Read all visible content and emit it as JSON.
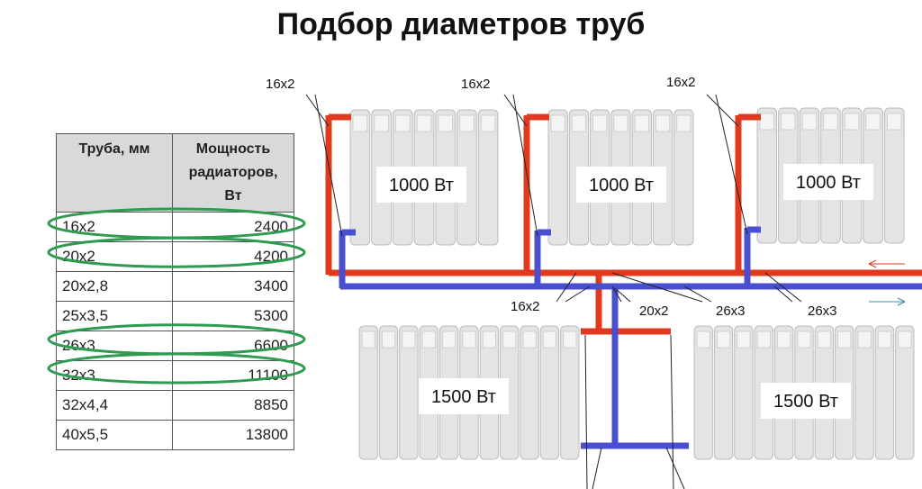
{
  "title": "Подбор диаметров труб",
  "table": {
    "headers": [
      "Труба, мм",
      "Мощность радиаторов, Вт"
    ],
    "rows": [
      {
        "pipe": "16x2",
        "power": "2400",
        "highlighted": true
      },
      {
        "pipe": "20x2",
        "power": "4200",
        "highlighted": true
      },
      {
        "pipe": "20x2,8",
        "power": "3400",
        "highlighted": false
      },
      {
        "pipe": "25x3,5",
        "power": "5300",
        "highlighted": false
      },
      {
        "pipe": "26x3",
        "power": "6600",
        "highlighted": true
      },
      {
        "pipe": "32x3",
        "power": "11100",
        "highlighted": true
      },
      {
        "pipe": "32x4,4",
        "power": "8850",
        "highlighted": false
      },
      {
        "pipe": "40x5,5",
        "power": "13800",
        "highlighted": false
      }
    ]
  },
  "radiators": [
    "1000 Вт",
    "1000 Вт",
    "1000 Вт",
    "1500 Вт",
    "1500 Вт"
  ],
  "pipe_labels": [
    "16x2",
    "16x2",
    "16x2",
    "16x2",
    "20x2",
    "26x3",
    "26x3"
  ],
  "colors": {
    "supply": "#e03a1e",
    "return": "#4a4fd0",
    "highlight": "#2e9a52"
  }
}
